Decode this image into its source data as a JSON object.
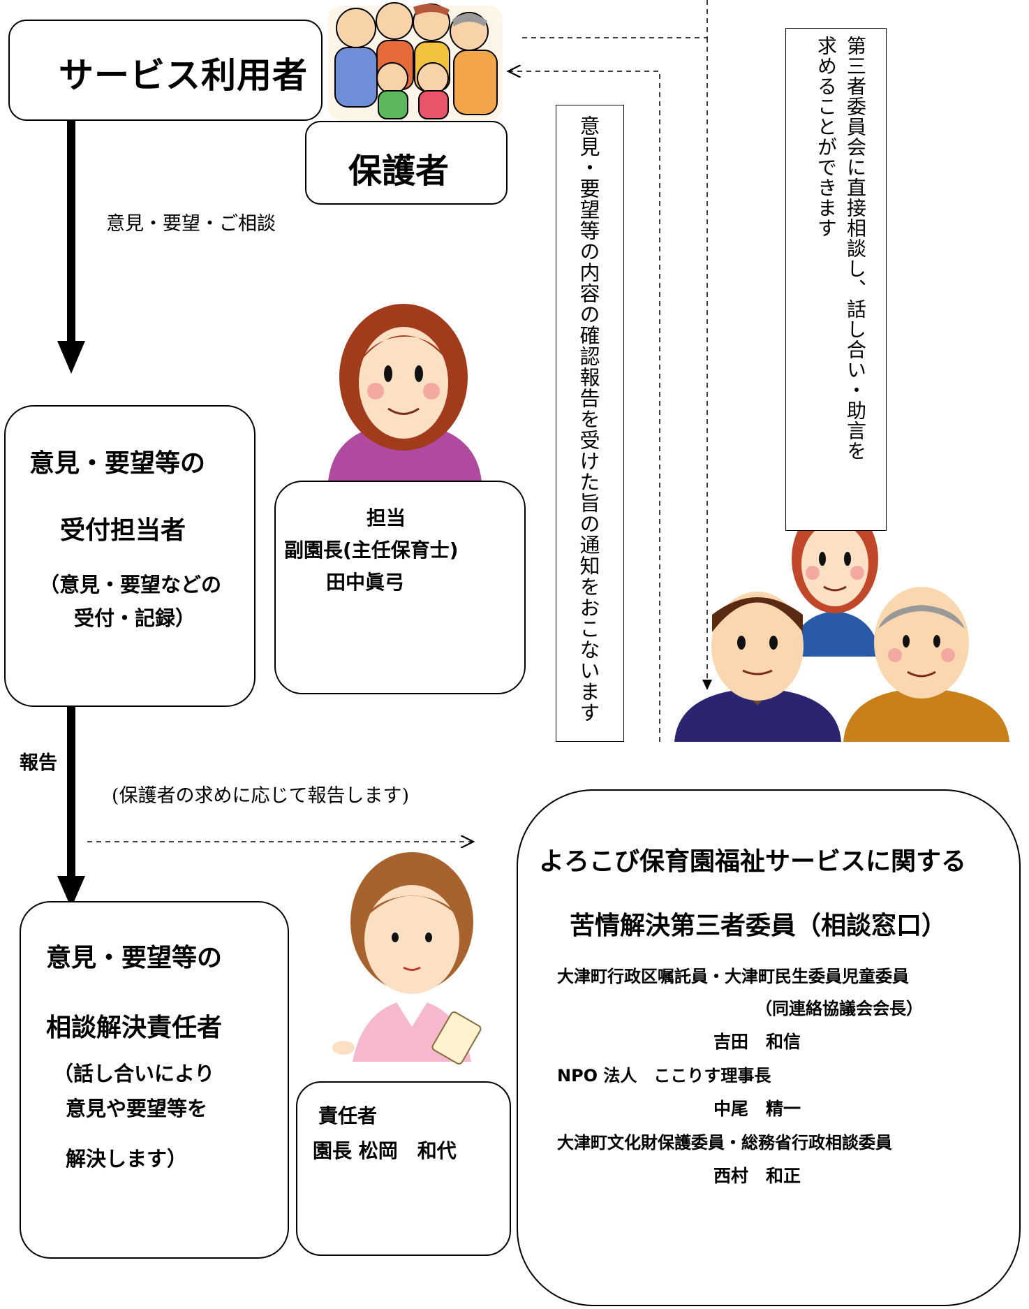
{
  "user_box": {
    "title": "サービス利用者"
  },
  "guardian_box": {
    "title": "保護者"
  },
  "label_opinion_request": "意見・要望・ご相談",
  "receiver_box": {
    "line1": "意見・要望等の",
    "line2": "受付担当者",
    "line3": "（意見・要望などの",
    "line4": "受付・記録）"
  },
  "receiver_person_box": {
    "line1": "担当",
    "line2": "副園長(主任保育士)",
    "line3": "田中眞弓"
  },
  "label_report": "報告",
  "label_report_on_request": "(保護者の求めに応じて報告します)",
  "resolver_box": {
    "line1": "意見・要望等の",
    "line2": "相談解決責任者",
    "line3": "（話し合いにより",
    "line4": "意見や要望等を",
    "line5": "解決します）"
  },
  "resolver_person_box": {
    "line1": "責任者",
    "line2": "園長 松岡　和代"
  },
  "vertical_notice": "意見・要望等の内容の確認報告を受けた旨の通知をおこないます",
  "vertical_third_party": {
    "line1": "第三者委員会に直接相談し、話し合い・助言を",
    "line2": "求めることができます"
  },
  "committee_box": {
    "title1": "よろこび保育園福祉サービスに関する",
    "title2": "苦情解決第三者委員（相談窓口）",
    "member1_role": "大津町行政区嘱託員・大津町民生委員児童委員",
    "member1_role2": "（同連絡協議会会長）",
    "member1_name": "吉田　和信",
    "member2_role": "NPO 法人　ここりす理事長",
    "member2_name": "中尾　精一",
    "member3_role": "大津町文化財保護委員・総務省行政相談委員",
    "member3_name": "西村　和正"
  }
}
